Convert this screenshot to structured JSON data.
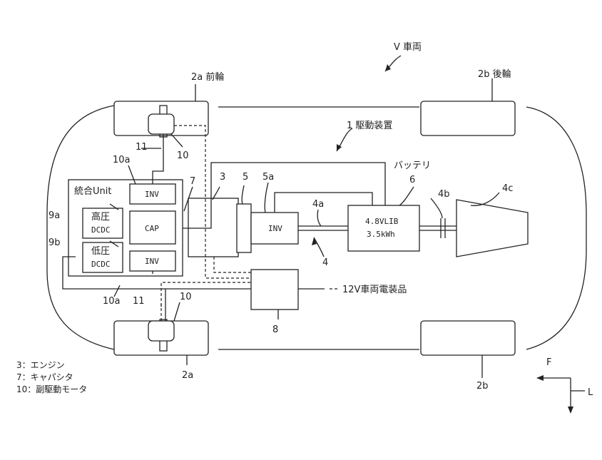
{
  "labels": {
    "vehicle": "V 車両",
    "front_wheel_top": "2a 前輪",
    "rear_wheel_top": "2b 後輪",
    "front_wheel_bottom": "2a",
    "rear_wheel_bottom": "2b",
    "drive_device": "1 駆動装置",
    "battery": "バッテリ",
    "battery_num": "6",
    "battery_text_1": "4.8VLIB",
    "battery_text_2": "3.5kWh",
    "unit_title": "統合Unit",
    "inv": "INV",
    "cap": "CAP",
    "high_dcdc_1": "高圧",
    "high_dcdc_2": "DCDC",
    "low_dcdc_1": "低圧",
    "low_dcdc_2": "DCDC",
    "n3": "3",
    "n5": "5",
    "n5a": "5a",
    "n7": "7",
    "n4a": "4a",
    "n4b": "4b",
    "n4c": "4c",
    "n4": "4",
    "n8": "8",
    "n9a": "9a",
    "n9b": "9b",
    "n10_top": "10",
    "n10_bottom": "10",
    "n10a_top": "10a",
    "n10a_bottom": "10a",
    "n11_top": "11",
    "n11_bottom": "11",
    "v12": "12V車両電装品",
    "dir_f": "F",
    "dir_l": "L"
  },
  "legend": [
    "3：エンジン",
    "7：キャパシタ",
    "10：副駆動モータ"
  ]
}
